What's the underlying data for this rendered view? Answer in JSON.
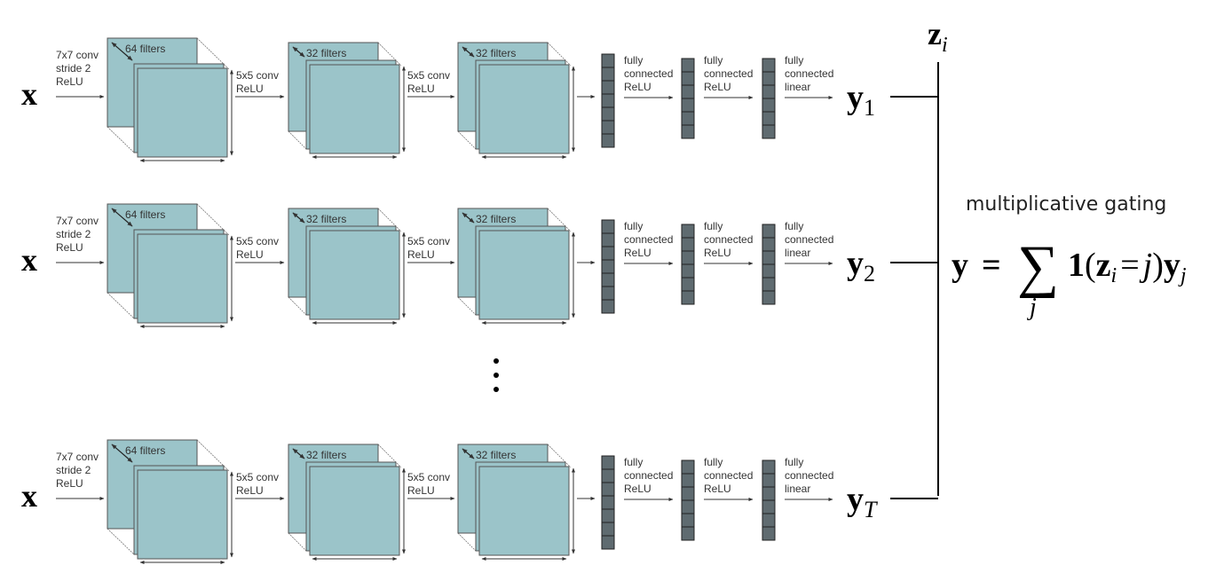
{
  "colors": {
    "feature_map_fill": "#9bc4c9",
    "feature_map_stroke": "#555555",
    "fc_fill": "#5f6b70",
    "fc_stroke": "#222222",
    "line": "#000000"
  },
  "input_label": "x",
  "layers": {
    "conv1": {
      "lines": [
        "7x7 conv",
        "stride 2",
        "ReLU"
      ],
      "filters": "64 filters"
    },
    "conv2": {
      "lines": [
        "5x5 conv",
        "ReLU"
      ],
      "filters": "32 filters"
    },
    "conv3": {
      "lines": [
        "5x5 conv",
        "ReLU"
      ],
      "filters": "32 filters"
    },
    "fc1": {
      "lines": [
        "fully",
        "connected",
        "ReLU"
      ]
    },
    "fc2": {
      "lines": [
        "fully",
        "connected",
        "ReLU"
      ]
    },
    "fc3": {
      "lines": [
        "fully",
        "connected",
        "linear"
      ]
    }
  },
  "branches": [
    {
      "output_base": "y",
      "output_sub": "1",
      "sub_italic": false
    },
    {
      "output_base": "y",
      "output_sub": "2",
      "sub_italic": false
    },
    {
      "output_base": "y",
      "output_sub": "T",
      "sub_italic": true
    }
  ],
  "ellipsis": "⋮",
  "gate": {
    "selector_base": "z",
    "selector_sub": "i",
    "title": "multiplicative gating",
    "formula": {
      "lhs": "y",
      "equals": "=",
      "sum_symbol": "∑",
      "sum_index": "j",
      "indicator": "1",
      "open_paren": "(",
      "z": "z",
      "z_sub": "i",
      "eq2": "=",
      "j": "j",
      "close_paren": ")",
      "y": "y",
      "y_sub": "j"
    }
  }
}
